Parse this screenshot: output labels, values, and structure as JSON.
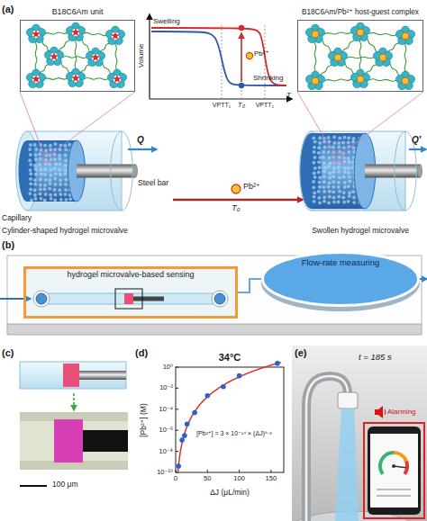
{
  "diagram": {
    "nodes": [
      {
        "text": [
          "B18C6Am unit"
        ]
      },
      {
        "text": [
          "B18C6Am/Pb²⁺ host-guest complex"
        ]
      },
      {
        "text": [
          "hydrogel microvalve-based sensing"
        ]
      },
      {
        "text": [
          "Flow-rate measuring"
        ]
      }
    ],
    "edges": [
      {
        "from": 2,
        "to": 3,
        "arrow": "none"
      }
    ],
    "labels": [
      "(a)",
      "Swelling",
      "Shrinking",
      "Volume",
      "Pb²⁺",
      "VPTT₁",
      "T₀",
      "VPTT₂",
      "T",
      "Capillary",
      "Q",
      "Steel bar",
      "Cylinder-shaped hydrogel microvalve",
      "Pb²⁺",
      "T₀",
      "Swollen hydrogel microvalve",
      "Q′",
      "(b)",
      "(c)",
      "100 μm",
      "(d)",
      "34°C",
      "[Pb²⁺] (M)",
      "ΔJ (μL/min)",
      "[Pb²⁺] = 3 × 10⁻¹⁴ × (ΔJ)⁶·³",
      "10⁻¹⁰",
      "10⁻⁸",
      "10⁻⁶",
      "10⁻⁴",
      "10⁻²",
      "10⁰",
      "0",
      "50",
      "100",
      "150",
      "(e)",
      "t = 185 s",
      "Alarming"
    ]
  }
}
